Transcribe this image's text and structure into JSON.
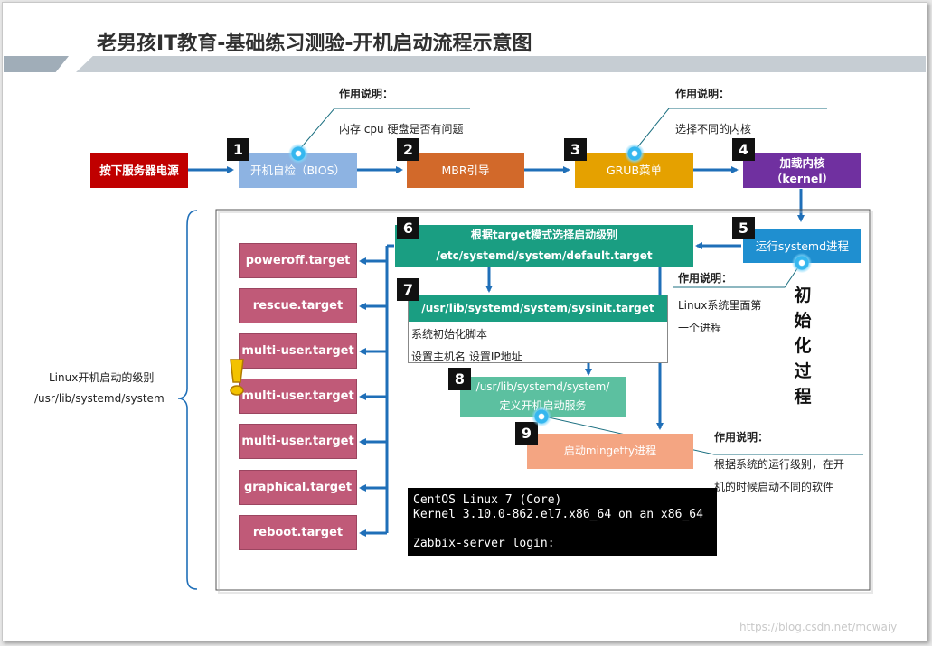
{
  "title": "老男孩IT教育-基础练习测验-开机启动流程示意图",
  "steps": {
    "power": "按下服务器电源",
    "bios": "开机自检（BIOS）",
    "mbr": "MBR引导",
    "grub": "GRUB菜单",
    "kernel_1": "加载内核",
    "kernel_2": "（kernel）",
    "systemd": "运行systemd进程",
    "step6_line1": "根据target模式选择启动级别",
    "step6_line2": "/etc/systemd/system/default.target",
    "step7_header": "/usr/lib/systemd/system/sysinit.target",
    "step7_line1": "系统初始化脚本",
    "step7_line2": "设置主机名 设置IP地址",
    "step8_line1": "/usr/lib/systemd/system/",
    "step8_line2": "定义开机启动服务",
    "step9": "启动mingetty进程"
  },
  "badges": [
    "1",
    "2",
    "3",
    "4",
    "5",
    "6",
    "7",
    "8",
    "9"
  ],
  "notes": {
    "note1_title": "作用说明：",
    "note1_text": "内存 cpu 硬盘是否有问题",
    "note2_title": "作用说明：",
    "note2_text": "选择不同的内核",
    "note3_title": "作用说明：",
    "note3_line1": "Linux系统里面第",
    "note3_line2": "一个进程",
    "note4_title": "作用说明：",
    "note4_line1": "根据系统的运行级别，在开",
    "note4_line2": "机的时候启动不同的软件"
  },
  "targets": [
    "poweroff.target",
    "rescue.target",
    "multi-user.target",
    "multi-user.target",
    "multi-user.target",
    "graphical.target",
    "reboot.target"
  ],
  "side_label": {
    "line1": "Linux开机启动的级别",
    "line2": "/usr/lib/systemd/system"
  },
  "init_process": [
    "初",
    "始",
    "化",
    "过",
    "程"
  ],
  "terminal": {
    "line1": "CentOS Linux 7 (Core)",
    "line2": "Kernel 3.10.0-862.el7.x86_64 on an x86_64",
    "line3": "",
    "line4": "Zabbix-server login:"
  },
  "watermark": "https://blog.csdn.net/mcwaiy",
  "colors": {
    "power": "#c00000",
    "bios": "#8db3e2",
    "mbr": "#d2692a",
    "grub": "#e5a100",
    "kernel": "#7030a0",
    "systemd": "#1f8fd0",
    "step6": "#1a9e82",
    "step7": "#1a9e82",
    "step8": "#5cc0a0",
    "step9": "#f4a582",
    "targets": "#c05a78",
    "arrows": "#1f6fb8",
    "glow": "#35b7ef"
  }
}
